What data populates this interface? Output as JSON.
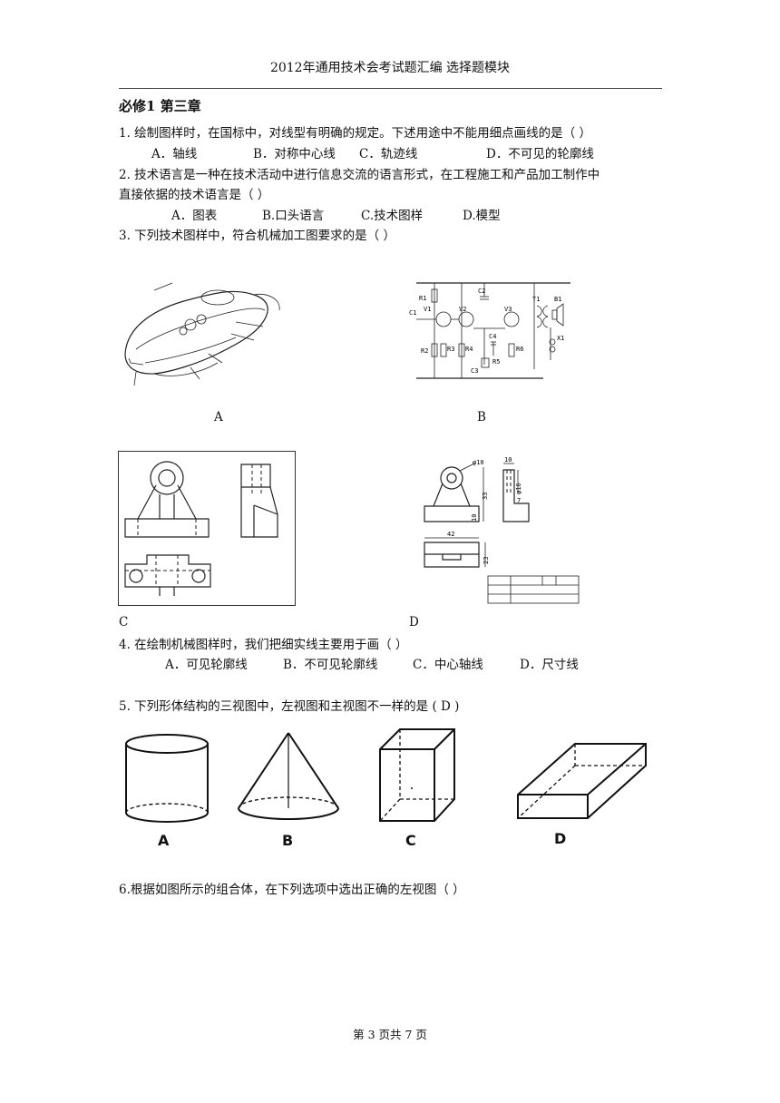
{
  "header": {
    "title": "2012年通用技术会考试题汇编  选择题模块"
  },
  "section": {
    "title": "必修1  第三章"
  },
  "q1": {
    "text": "1. 绘制图样时，在国标中，对线型有明确的规定。下述用途中不能用细点画线的是（      ）",
    "options": [
      "A．轴线",
      "B．对称中心线",
      "C．轨迹线",
      "D．不可见的轮廓线"
    ]
  },
  "q2": {
    "line1": "2. 技术语言是一种在技术活动中进行信息交流的语言形式，在工程施工和产品加工制作中",
    "line2": "直接依据的技术语言是（          ）",
    "options": [
      "A．图表",
      "B.口头语言",
      "C.技术图样",
      "D.模型"
    ]
  },
  "q3": {
    "text": "3. 下列技术图样中，符合机械加工图要求的是（       ）",
    "labels": [
      "A",
      "B",
      "C",
      "D"
    ],
    "circuit_labels": [
      "R1",
      "C2",
      "V1",
      "V2",
      "V3",
      "T1",
      "B1",
      "C1",
      "R2",
      "R3",
      "R4",
      "C4",
      "R6",
      "X1",
      "C3",
      "R5"
    ],
    "dims": [
      "φ10",
      "10",
      "φ16",
      "33",
      "10",
      "7",
      "42",
      "23"
    ]
  },
  "q4": {
    "text": "4. 在绘制机械图样时，我们把细实线主要用于画（     ）",
    "options": [
      "A．可见轮廓线",
      "B．不可见轮廓线",
      "C．中心轴线",
      "D．尺寸线"
    ]
  },
  "q5": {
    "text": "5.  下列形体结构的三视图中，左视图和主视图不一样的是    (    D )",
    "labels": [
      "A",
      "B",
      "C",
      "D"
    ]
  },
  "q6": {
    "text": "6.根据如图所示的组合体，在下列选项中选出正确的左视图（            ）"
  },
  "footer": {
    "page": "第 3 页共 7 页"
  }
}
